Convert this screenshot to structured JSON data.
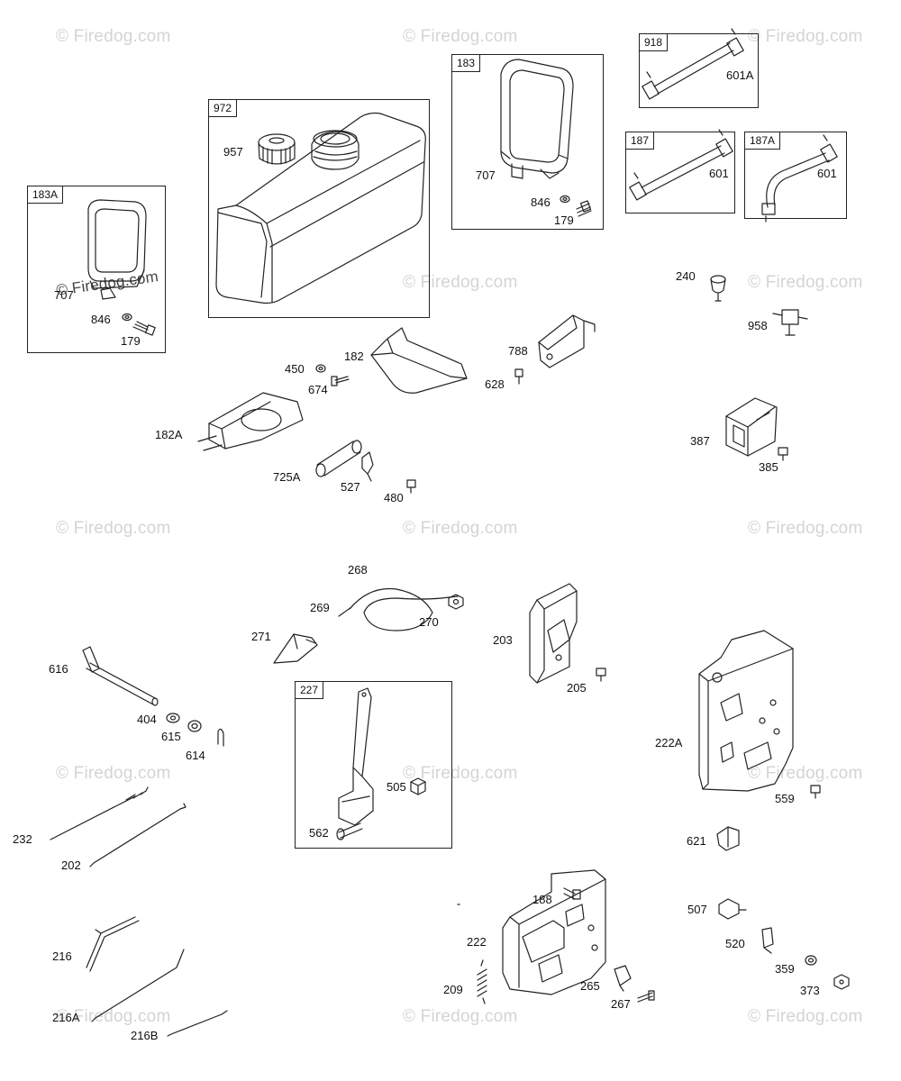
{
  "watermark": "© Firedog.com",
  "box_labels": {
    "b183A": "183A",
    "b972": "972",
    "b183": "183",
    "b918": "918",
    "b187": "187",
    "b187A": "187A",
    "b227": "227"
  },
  "labels": {
    "p957": "957",
    "p707a": "707",
    "p846a": "846",
    "p179a": "179",
    "p707b": "707",
    "p846b": "846",
    "p179b": "179",
    "p601A": "601A",
    "p601a": "601",
    "p601b": "601",
    "p240": "240",
    "p958": "958",
    "p450": "450",
    "p674": "674",
    "p182": "182",
    "p788": "788",
    "p628": "628",
    "p182A": "182A",
    "p725A": "725A",
    "p527": "527",
    "p480": "480",
    "p387": "387",
    "p385": "385",
    "p268": "268",
    "p269": "269",
    "p270": "270",
    "p271": "271",
    "p203": "203",
    "p205": "205",
    "p616": "616",
    "p404": "404",
    "p615": "615",
    "p614": "614",
    "p505": "505",
    "p562": "562",
    "p222A": "222A",
    "p559": "559",
    "p232": "232",
    "p202": "202",
    "p621": "621",
    "p188": "188",
    "p222": "222",
    "p507": "507",
    "p520": "520",
    "p209": "209",
    "p265": "265",
    "p267": "267",
    "p359": "359",
    "p373": "373",
    "p216": "216",
    "p216A": "216A",
    "p216B": "216B"
  }
}
